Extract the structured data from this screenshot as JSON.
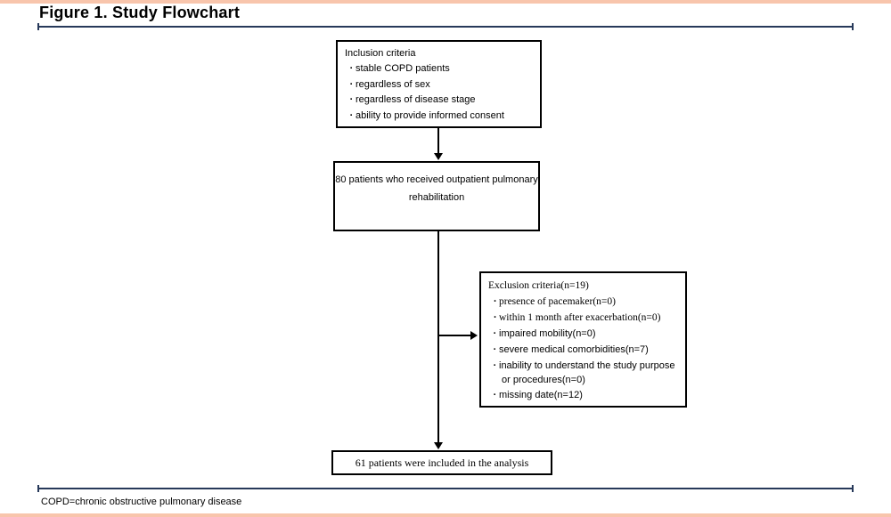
{
  "figure": {
    "title": "Figure 1. Study Flowchart",
    "footnote": "COPD=chronic obstructive pulmonary disease"
  },
  "colors": {
    "accent_bar": "#f8c5ac",
    "rule": "#27395a",
    "box_border": "#000000",
    "text": "#000000"
  },
  "flowchart": {
    "bullet": "·",
    "inclusion_box": {
      "heading": "Inclusion criteria",
      "items": [
        "stable COPD patients",
        "regardless of sex",
        "regardless of disease stage",
        "ability to provide informed consent"
      ]
    },
    "cohort_box": {
      "lines": [
        "80 patients who received outpatient pulmonary",
        "rehabilitation"
      ]
    },
    "exclusion_box": {
      "heading": "Exclusion criteria(n=19)",
      "items": [
        "presence of pacemaker(n=0)",
        "within 1 month after exacerbation(n=0)",
        "impaired mobility(n=0)",
        "severe medical comorbidities(n=7)",
        "inability to understand the study purpose",
        "or procedures(n=0)",
        "missing date(n=12)"
      ]
    },
    "analysis_box": {
      "text": "61 patients were included in the analysis"
    }
  }
}
